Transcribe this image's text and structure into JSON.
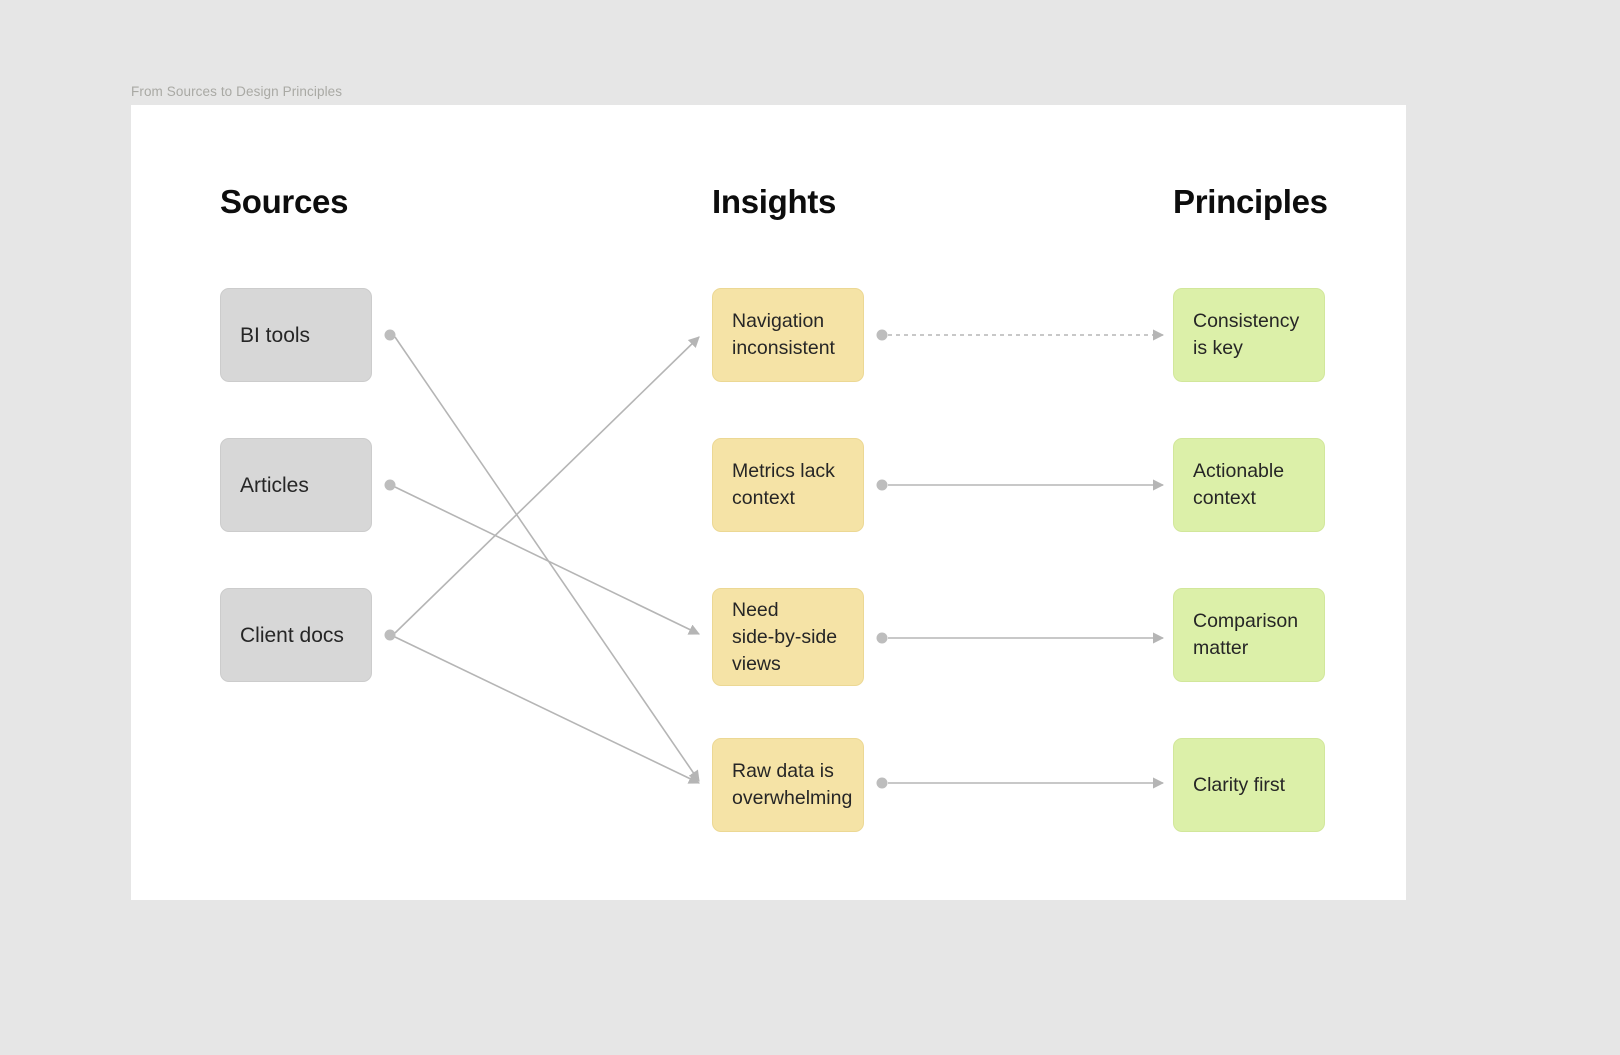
{
  "document": {
    "title": "From Sources to Design Principles"
  },
  "diagram": {
    "type": "flow-mapping",
    "background_color": "#e6e6e6",
    "canvas_color": "#ffffff",
    "columns": [
      {
        "id": "sources",
        "header": "Sources",
        "node_color": "#d7d7d7"
      },
      {
        "id": "insights",
        "header": "Insights",
        "node_color": "#f5e3a6"
      },
      {
        "id": "principles",
        "header": "Principles",
        "node_color": "#dcf0a9"
      }
    ],
    "sources": [
      {
        "id": "s0",
        "label": "BI tools"
      },
      {
        "id": "s1",
        "label": "Articles"
      },
      {
        "id": "s2",
        "label": "Client docs"
      }
    ],
    "insights": [
      {
        "id": "i0",
        "label": "Navigation\ninconsistent"
      },
      {
        "id": "i1",
        "label": "Metrics lack\ncontext"
      },
      {
        "id": "i2",
        "label": "Need\nside-by-side\nviews"
      },
      {
        "id": "i3",
        "label": "Raw data is\noverwhelming"
      }
    ],
    "principles": [
      {
        "id": "p0",
        "label": "Consistency\nis key"
      },
      {
        "id": "p1",
        "label": "Actionable\ncontext"
      },
      {
        "id": "p2",
        "label": "Comparison\nmatter"
      },
      {
        "id": "p3",
        "label": "Clarity first"
      }
    ],
    "edges_source_to_insight": [
      {
        "from": "s0",
        "to": "i3",
        "style": "solid"
      },
      {
        "from": "s1",
        "to": "i2",
        "style": "solid"
      },
      {
        "from": "s2",
        "to": "i0",
        "style": "solid"
      },
      {
        "from": "s2",
        "to": "i3",
        "style": "solid"
      }
    ],
    "edges_insight_to_principle": [
      {
        "from": "i0",
        "to": "p0",
        "style": "dashed"
      },
      {
        "from": "i1",
        "to": "p1",
        "style": "solid"
      },
      {
        "from": "i2",
        "to": "p2",
        "style": "solid"
      },
      {
        "from": "i3",
        "to": "p3",
        "style": "solid"
      }
    ],
    "edge_color": "#b5b5b5"
  }
}
